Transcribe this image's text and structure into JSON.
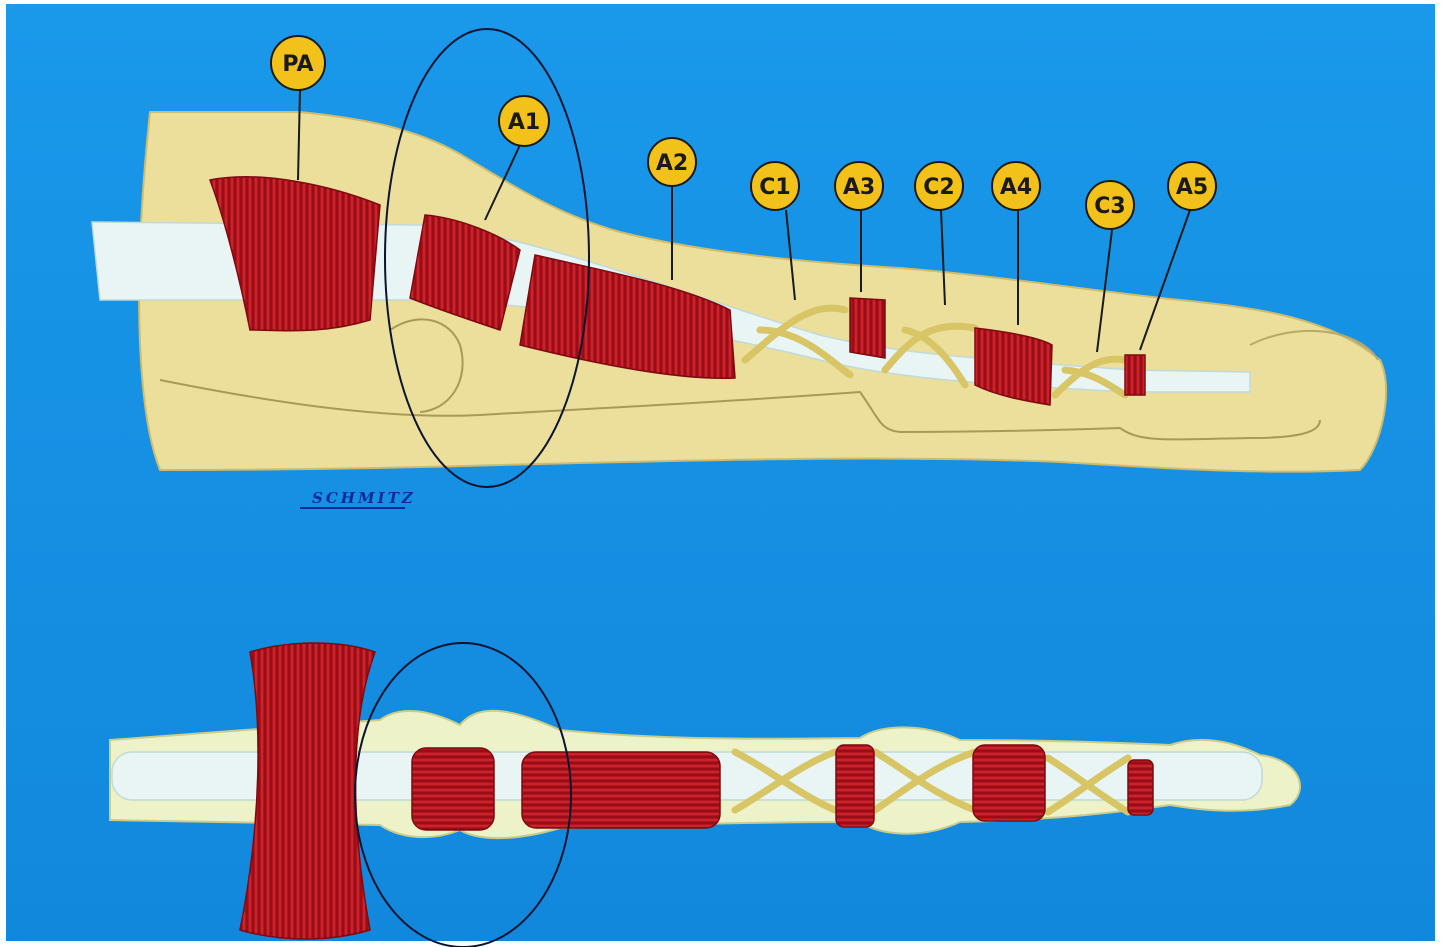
{
  "diagram": {
    "labels": [
      {
        "id": "pa",
        "text": "PA"
      },
      {
        "id": "a1",
        "text": "A1"
      },
      {
        "id": "a2",
        "text": "A2"
      },
      {
        "id": "c1",
        "text": "C1"
      },
      {
        "id": "a3",
        "text": "A3"
      },
      {
        "id": "c2",
        "text": "C2"
      },
      {
        "id": "a4",
        "text": "A4"
      },
      {
        "id": "c3",
        "text": "C3"
      },
      {
        "id": "a5",
        "text": "A5"
      }
    ],
    "signature": "SCHMITZ",
    "colors": {
      "background": "#1590e3",
      "skin": "#ecdf9c",
      "pulley_red": "#b5121b",
      "tendon": "#e8f5f4",
      "cruciate": "#d8c565",
      "label_fill": "#f3c21a",
      "highlight_ellipse": "#0b1530"
    }
  }
}
